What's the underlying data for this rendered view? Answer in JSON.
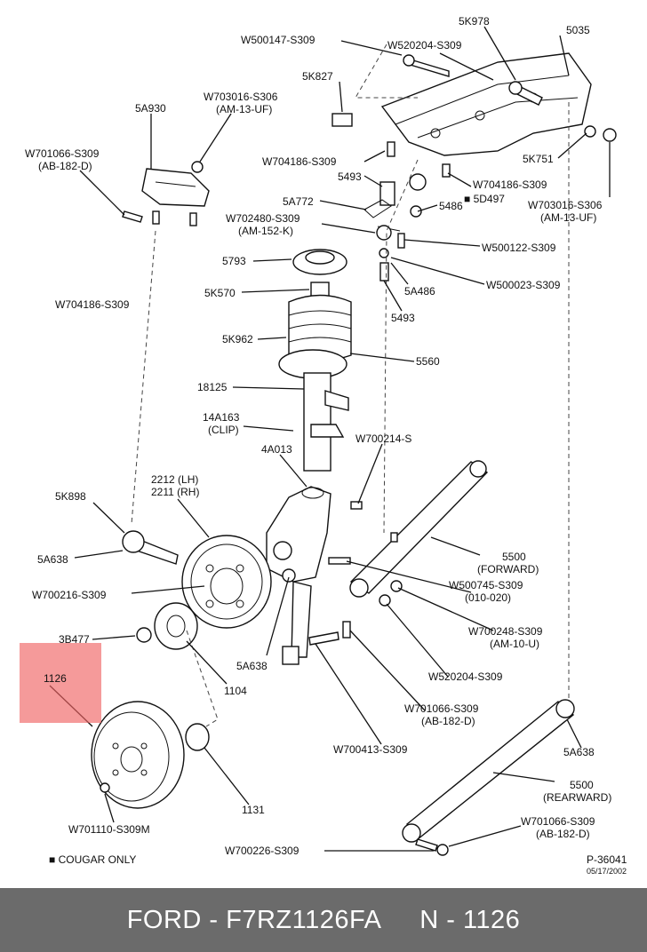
{
  "labels": {
    "w500147": "W500147-S309",
    "w520204_top": "W520204-S309",
    "p5k978": "5K978",
    "p5035": "5035",
    "p5k827": "5K827",
    "p5a930": "5A930",
    "w703016_left_a": "W703016-S306",
    "w703016_left_b": "(AM-13-UF)",
    "w701066_left_a": "W701066-S309",
    "w701066_left_b": "(AB-182-D)",
    "w704186_mid": "W704186-S309",
    "p5k751": "5K751",
    "p5493_top": "5493",
    "w704186_right": "W704186-S309",
    "p5a772": "5A772",
    "p5d497": "5D497",
    "w703016_right_a": "W703016-S306",
    "w703016_right_b": "(AM-13-UF)",
    "w702480_a": "W702480-S309",
    "w702480_b": "(AM-152-K)",
    "p5486": "5486",
    "w500122": "W500122-S309",
    "p5793": "5793",
    "w704186_left": "W704186-S309",
    "w500023": "W500023-S309",
    "p5a570": "5K570",
    "p5a486": "5A486",
    "p5493_bottom": "5493",
    "p5k962": "5K962",
    "p5560": "5560",
    "p18125": "18125",
    "p14a163": "14A163",
    "clip": "(CLIP)",
    "p4a013": "4A013",
    "w700214": "W700214-S",
    "p2212": "2212 (LH)",
    "p2211": "2211 (RH)",
    "p5k898": "5K898",
    "p5a638_left": "5A638",
    "p5500_fwd": "5500",
    "forward": "(FORWARD)",
    "w500745_a": "W500745-S309",
    "w500745_b": "(010-020)",
    "w700216": "W700216-S309",
    "w700248_a": "W700248-S309",
    "w700248_b": "(AM-10-U)",
    "p3b477": "3B477",
    "p5a638_mid": "5A638",
    "p1104": "1104",
    "w520204_bottom": "W520204-S309",
    "p1126": "1126",
    "w701066_mid_a": "W701066-S309",
    "w701066_mid_b": "(AB-182-D)",
    "w700413": "W700413-S309",
    "p5a638_right": "5A638",
    "p5500_rear": "5500",
    "rearward": "(REARWARD)",
    "p1131": "1131",
    "w701066_bottom_a": "W701066-S309",
    "w701066_bottom_b": "(AB-182-D)",
    "w701110": "W701110-S309M",
    "w700226": "W700226-S309",
    "legend": "■ COUGAR ONLY",
    "drawing_no": "P-36041",
    "drawing_date": "05/17/2002"
  },
  "footer": {
    "left": "FORD - F7RZ1126FA",
    "right": "N - 1126"
  },
  "highlight_color": "#F06464"
}
